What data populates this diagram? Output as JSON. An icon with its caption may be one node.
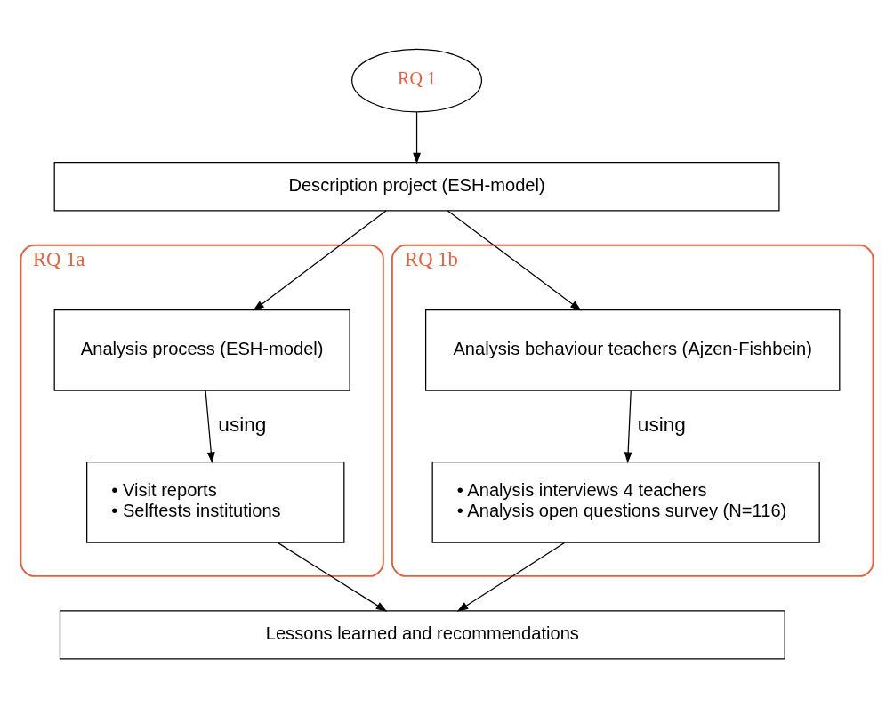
{
  "diagram": {
    "nodes": [
      {
        "text": [
          "RQ 1"
        ]
      },
      {
        "text": [
          "Description project (ESH-model)"
        ]
      },
      {
        "text": [
          "RQ 1a"
        ]
      },
      {
        "text": [
          "Analysis process (ESH-model)"
        ],
        "in": 2
      },
      {
        "text": [
          "• Visit reports",
          "• Selftests institutions"
        ],
        "in": 2
      },
      {
        "text": [
          "RQ 1b"
        ]
      },
      {
        "text": [
          "Analysis behaviour teachers (Ajzen-Fishbein)"
        ],
        "in": 5
      },
      {
        "text": [
          "• Analysis interviews 4 teachers",
          "• Analysis open questions survey (N=116)"
        ],
        "in": 5
      },
      {
        "text": [
          "Lessons learned and recommendations"
        ]
      }
    ],
    "edges": [
      {
        "from": 0,
        "to": 1,
        "arrow": "to"
      },
      {
        "from": 1,
        "to": 3,
        "arrow": "to"
      },
      {
        "from": 1,
        "to": 6,
        "arrow": "to"
      },
      {
        "from": 3,
        "to": 4,
        "arrow": "to",
        "label": "using"
      },
      {
        "from": 6,
        "to": 7,
        "arrow": "to",
        "label": "using"
      },
      {
        "from": 4,
        "to": 8,
        "arrow": "to"
      },
      {
        "from": 7,
        "to": 8,
        "arrow": "to"
      }
    ]
  }
}
